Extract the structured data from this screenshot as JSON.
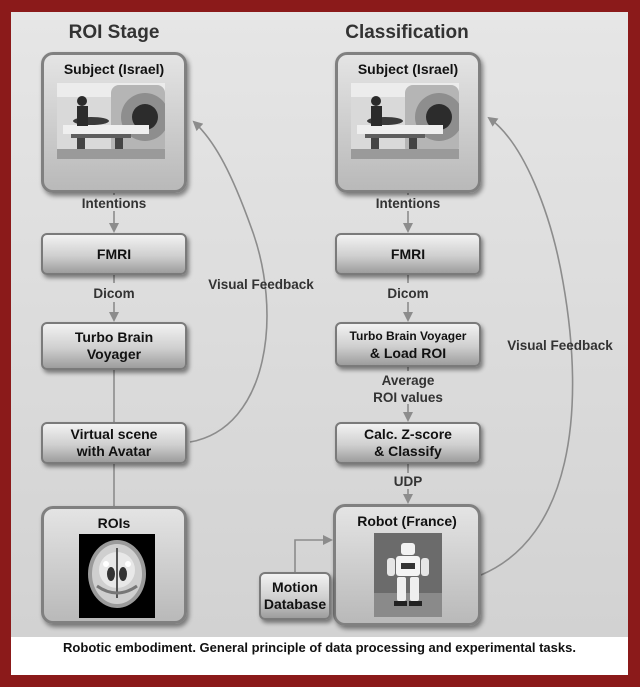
{
  "diagram": {
    "left_column": {
      "heading": "ROI Stage",
      "subject_box": "Subject (Israel)",
      "label_intentions": "Intentions",
      "fmri_box": "FMRI",
      "label_dicom": "Dicom",
      "tbv_box_line1": "Turbo Brain",
      "tbv_box_line2": "Voyager",
      "virtual_box_line1": "Virtual scene",
      "virtual_box_line2": "with Avatar",
      "rois_box": "ROIs",
      "feedback_label": "Visual Feedback"
    },
    "right_column": {
      "heading": "Classification",
      "subject_box": "Subject (Israel)",
      "label_intentions": "Intentions",
      "fmri_box": "FMRI",
      "label_dicom": "Dicom",
      "tbv_box_line1": "Turbo Brain Voyager",
      "tbv_box_line2": "& Load ROI",
      "label_average_line1": "Average",
      "label_average_line2": "ROI values",
      "classify_box_line1": "Calc. Z-score",
      "classify_box_line2": "& Classify",
      "label_udp": "UDP",
      "robot_box": "Robot (France)",
      "motion_box_line1": "Motion",
      "motion_box_line2": "Database",
      "feedback_label": "Visual Feedback"
    },
    "caption": "Robotic embodiment. General principle of data processing and experimental tasks."
  },
  "colors": {
    "border": "#8b1a1a",
    "arrow": "#8c8c8c"
  }
}
